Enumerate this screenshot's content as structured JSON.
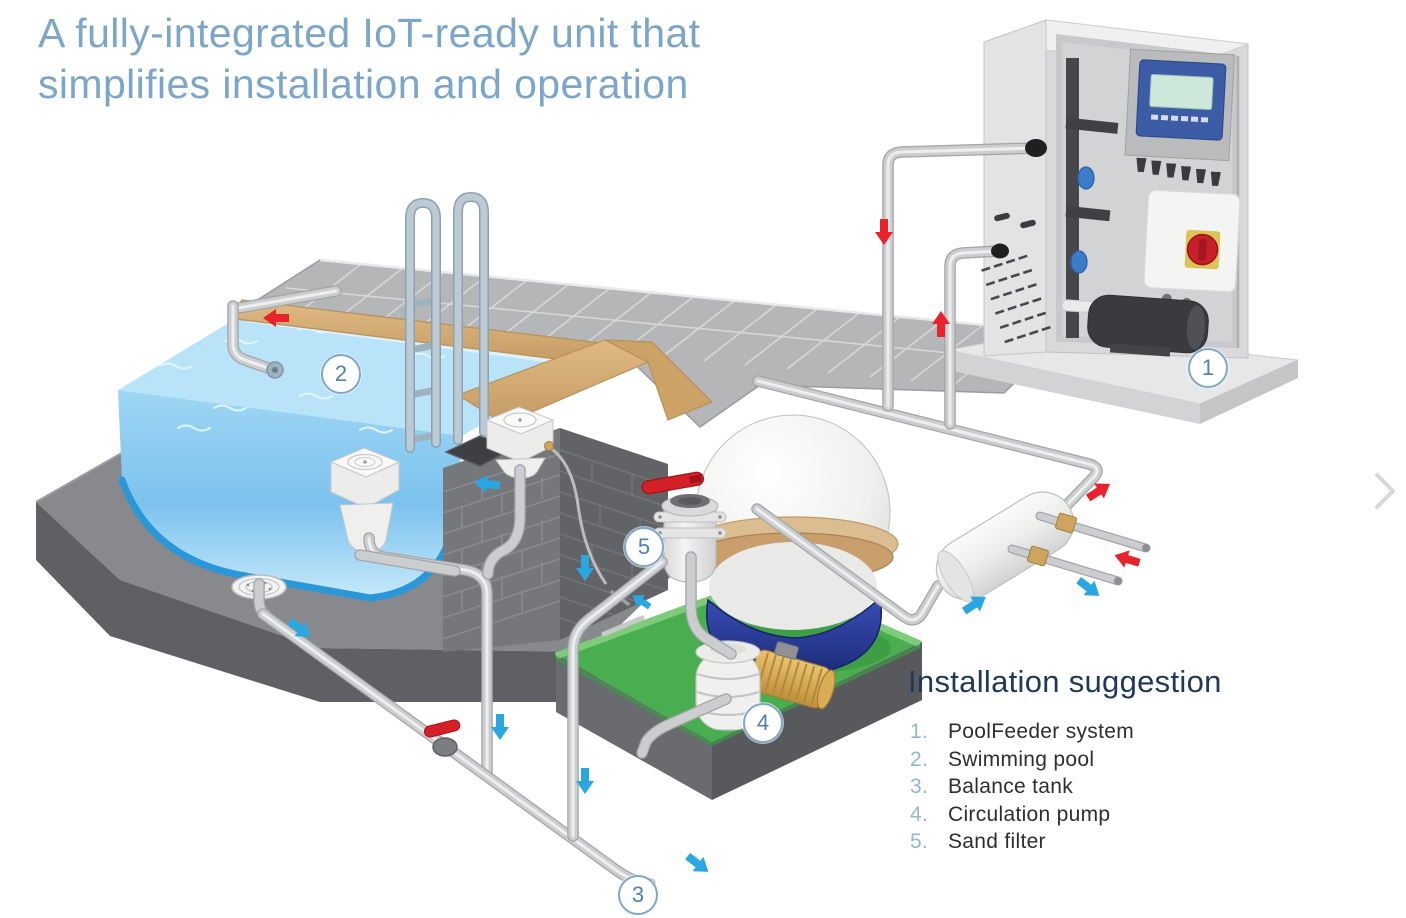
{
  "title": {
    "line1": "A fully-integrated IoT-ready unit that",
    "line2": "simplifies installation and operation"
  },
  "legend": {
    "heading": "Installation suggestion",
    "items": [
      {
        "num": "1.",
        "label": "PoolFeeder system"
      },
      {
        "num": "2.",
        "label": "Swimming pool"
      },
      {
        "num": "3.",
        "label": "Balance tank"
      },
      {
        "num": "4.",
        "label": "Circulation pump"
      },
      {
        "num": "5.",
        "label": "Sand filter"
      }
    ]
  },
  "callouts": [
    {
      "number": "1",
      "label": "PoolFeeder system"
    },
    {
      "number": "2",
      "label": "Swimming pool"
    },
    {
      "number": "3",
      "label": "Balance tank"
    },
    {
      "number": "4",
      "label": "Circulation pump"
    },
    {
      "number": "5",
      "label": "Sand filter"
    }
  ],
  "colors": {
    "title_blue": "#7ba6c9",
    "heading_navy": "#20395a",
    "list_number_blue": "#93b6d1",
    "callout_border_blue": "#7fa7c7",
    "arrow_red": "#e8232b",
    "arrow_blue": "#2aa7e0",
    "pool_water": "#b8e3f8",
    "platform_green": "#4cb151",
    "coping_tan": "#d8b27c",
    "pipe_gray": "#c9cbcd",
    "cabinet_gray": "#e2e3e3"
  },
  "icons": {
    "carousel_next": "chevron-right"
  }
}
